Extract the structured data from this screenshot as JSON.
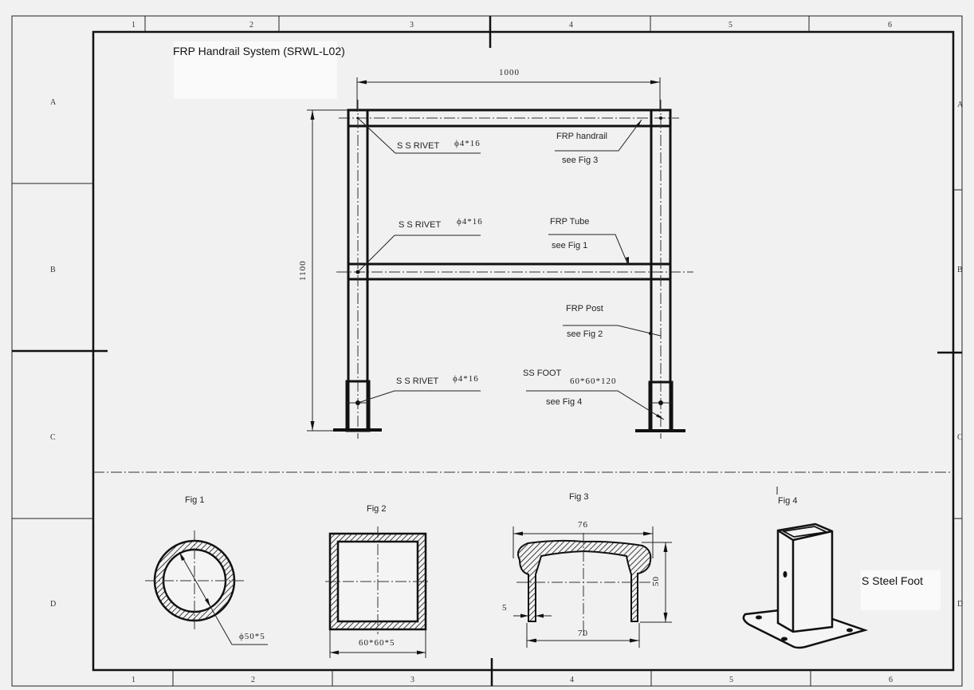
{
  "drawing": {
    "title": "FRP Handrail System (SRWL-L02)",
    "border_zones": {
      "columns": [
        "1",
        "2",
        "3",
        "4",
        "5",
        "6"
      ],
      "rows": [
        "A",
        "B",
        "C",
        "D"
      ]
    },
    "elevation": {
      "width_dim": "1000",
      "height_dim": "1100",
      "callouts": [
        {
          "label": "S S RIVET",
          "spec": "ϕ4*16"
        },
        {
          "label": "S S RIVET",
          "spec": "ϕ4*16"
        },
        {
          "label": "S S RIVET",
          "spec": "ϕ4*16"
        },
        {
          "label": "FRP handrail",
          "ref": "see Fig 3"
        },
        {
          "label": "FRP Tube",
          "ref": "see Fig 1"
        },
        {
          "label": "FRP Post",
          "ref": "see Fig 2"
        },
        {
          "label": "SS FOOT",
          "spec": "60*60*120",
          "ref": "see Fig 4"
        }
      ]
    },
    "figures": [
      {
        "name": "Fig 1",
        "dim": "ϕ50*5"
      },
      {
        "name": "Fig 2",
        "dim": "60*60*5"
      },
      {
        "name": "Fig 3",
        "dims": {
          "top_width": "76",
          "bottom_width": "70",
          "height": "50",
          "wall": "5"
        }
      },
      {
        "name": "Fig 4",
        "caption": "S Steel Foot"
      }
    ]
  },
  "colors": {
    "paper": "#f1f1f1",
    "ink": "#111111"
  }
}
